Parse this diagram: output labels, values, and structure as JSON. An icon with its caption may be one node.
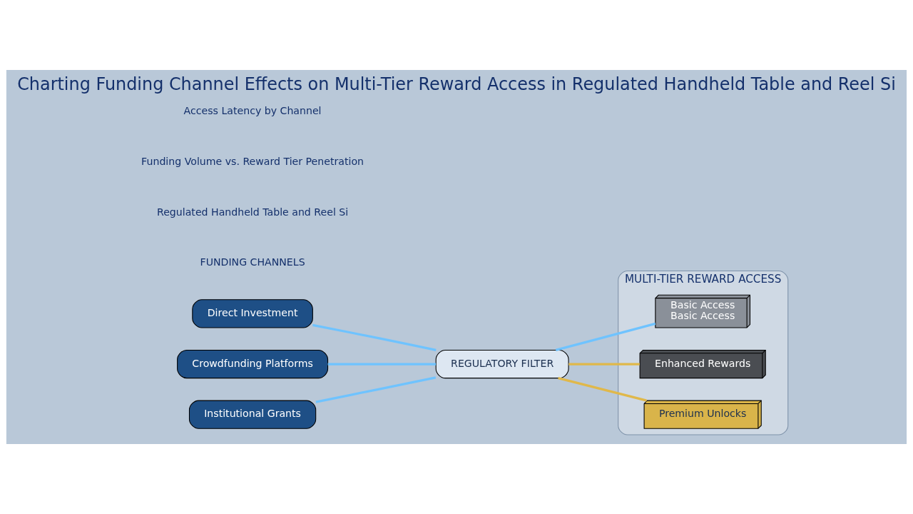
{
  "diagram": {
    "title": "Charting Funding Channel Effects on Multi-Tier Reward Access in Regulated Handheld Table and Reel Si",
    "nodes": [
      {
        "text": [
          "Direct Investment"
        ]
      },
      {
        "text": [
          "Crowdfunding Platforms"
        ]
      },
      {
        "text": [
          "Institutional Grants"
        ]
      },
      {
        "text": [
          "REGULATORY FILTER"
        ]
      },
      {
        "text": [
          "MULTI-TIER REWARD ACCESS"
        ]
      },
      {
        "text": [
          "Basic Access",
          "Basic Access"
        ],
        "in": 4
      },
      {
        "text": [
          "Enhanced Rewards"
        ],
        "in": 4
      },
      {
        "text": [
          "Premium Unlocks"
        ],
        "in": 4
      }
    ],
    "edges": [
      {
        "from": 0,
        "to": 3,
        "arrow": "none"
      },
      {
        "from": 1,
        "to": 3,
        "arrow": "none"
      },
      {
        "from": 2,
        "to": 3,
        "arrow": "none"
      },
      {
        "from": 3,
        "to": 5,
        "arrow": "none"
      },
      {
        "from": 3,
        "to": 6,
        "arrow": "none",
        "color": "#e0b84a"
      },
      {
        "from": 3,
        "to": 7,
        "arrow": "none",
        "color": "#e0b84a"
      }
    ],
    "labels": [
      "FUNDING CHANNELS",
      "Regulated Handheld Table and Reel Si",
      "Funding Volume vs. Reward Tier Penetration",
      "Access Latency by Channel"
    ]
  }
}
